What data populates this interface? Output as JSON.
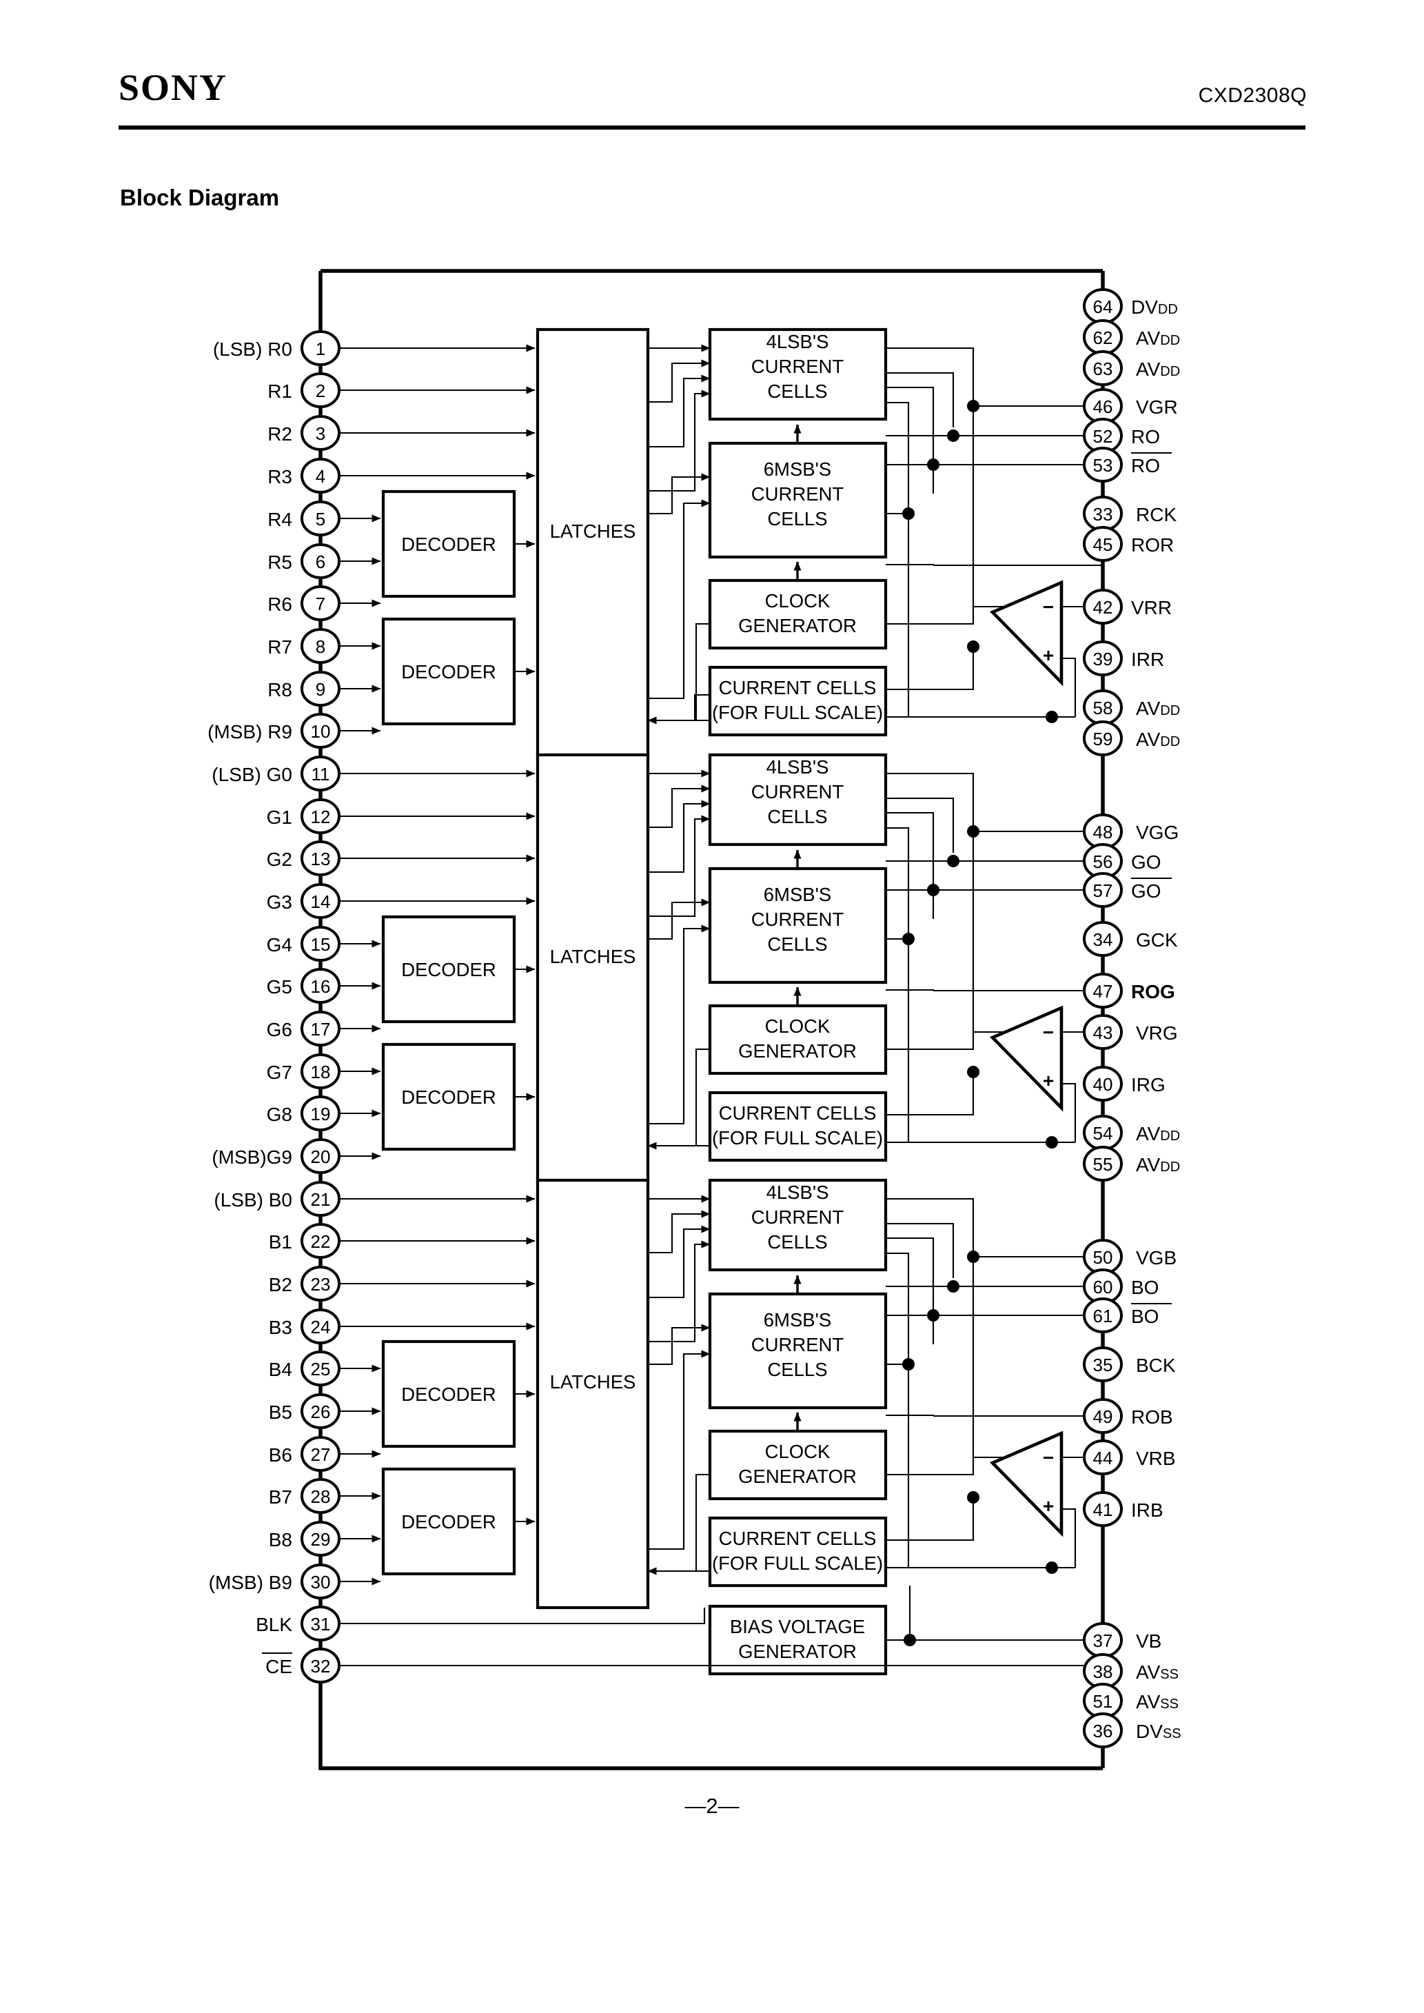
{
  "header": {
    "logo": "SONY",
    "part_number": "CXD2308Q"
  },
  "page": {
    "section_title": "Block Diagram",
    "page_number": "—2—"
  },
  "blocks": {
    "decoder": "DECODER",
    "latches": "LATCHES",
    "lsb_cells": [
      "4LSB'S",
      "CURRENT",
      "CELLS"
    ],
    "msb_cells": [
      "6MSB'S",
      "CURRENT",
      "CELLS"
    ],
    "clock_gen": [
      "CLOCK",
      "GENERATOR"
    ],
    "fullscale_cells": [
      "CURRENT CELLS",
      "(FOR FULL SCALE)"
    ],
    "bias_gen": [
      "BIAS VOLTAGE",
      "GENERATOR"
    ],
    "opamp_minus": "−",
    "opamp_plus": "+"
  },
  "left_pins": [
    {
      "num": "1",
      "label": "R0",
      "prefix": "(LSB) "
    },
    {
      "num": "2",
      "label": "R1",
      "prefix": ""
    },
    {
      "num": "3",
      "label": "R2",
      "prefix": ""
    },
    {
      "num": "4",
      "label": "R3",
      "prefix": ""
    },
    {
      "num": "5",
      "label": "R4",
      "prefix": ""
    },
    {
      "num": "6",
      "label": "R5",
      "prefix": ""
    },
    {
      "num": "7",
      "label": "R6",
      "prefix": ""
    },
    {
      "num": "8",
      "label": "R7",
      "prefix": ""
    },
    {
      "num": "9",
      "label": "R8",
      "prefix": ""
    },
    {
      "num": "10",
      "label": "R9",
      "prefix": "(MSB) "
    },
    {
      "num": "11",
      "label": "G0",
      "prefix": "(LSB) "
    },
    {
      "num": "12",
      "label": "G1",
      "prefix": ""
    },
    {
      "num": "13",
      "label": "G2",
      "prefix": ""
    },
    {
      "num": "14",
      "label": "G3",
      "prefix": ""
    },
    {
      "num": "15",
      "label": "G4",
      "prefix": ""
    },
    {
      "num": "16",
      "label": "G5",
      "prefix": ""
    },
    {
      "num": "17",
      "label": "G6",
      "prefix": ""
    },
    {
      "num": "18",
      "label": "G7",
      "prefix": ""
    },
    {
      "num": "19",
      "label": "G8",
      "prefix": ""
    },
    {
      "num": "20",
      "label": "G9",
      "prefix": "(MSB)"
    },
    {
      "num": "21",
      "label": "B0",
      "prefix": "(LSB) "
    },
    {
      "num": "22",
      "label": "B1",
      "prefix": ""
    },
    {
      "num": "23",
      "label": "B2",
      "prefix": ""
    },
    {
      "num": "24",
      "label": "B3",
      "prefix": ""
    },
    {
      "num": "25",
      "label": "B4",
      "prefix": ""
    },
    {
      "num": "26",
      "label": "B5",
      "prefix": ""
    },
    {
      "num": "27",
      "label": "B6",
      "prefix": ""
    },
    {
      "num": "28",
      "label": "B7",
      "prefix": ""
    },
    {
      "num": "29",
      "label": "B8",
      "prefix": ""
    },
    {
      "num": "30",
      "label": "B9",
      "prefix": "(MSB) "
    },
    {
      "num": "31",
      "label": "BLK",
      "prefix": ""
    },
    {
      "num": "32",
      "label": "CE",
      "prefix": "",
      "overline": true
    }
  ],
  "right_pins": [
    {
      "num": "64",
      "label": "DV",
      "sub": "DD"
    },
    {
      "num": "62",
      "label": "AV",
      "sub": "DD"
    },
    {
      "num": "63",
      "label": "AV",
      "sub": "DD"
    },
    {
      "num": "46",
      "label": "VGR"
    },
    {
      "num": "52",
      "label": "RO"
    },
    {
      "num": "53",
      "label": "RO",
      "overline": true
    },
    {
      "num": "33",
      "label": "RCK"
    },
    {
      "num": "45",
      "label": "ROR"
    },
    {
      "num": "42",
      "label": "VRR"
    },
    {
      "num": "39",
      "label": "IRR"
    },
    {
      "num": "58",
      "label": "AV",
      "sub": "DD"
    },
    {
      "num": "59",
      "label": "AV",
      "sub": "DD"
    },
    {
      "num": "48",
      "label": "VGG"
    },
    {
      "num": "56",
      "label": "GO"
    },
    {
      "num": "57",
      "label": "GO",
      "overline": true
    },
    {
      "num": "34",
      "label": "GCK"
    },
    {
      "num": "47",
      "label": "ROG",
      "bold": true
    },
    {
      "num": "43",
      "label": "VRG"
    },
    {
      "num": "40",
      "label": "IRG"
    },
    {
      "num": "54",
      "label": "AV",
      "sub": "DD"
    },
    {
      "num": "55",
      "label": "AV",
      "sub": "DD"
    },
    {
      "num": "50",
      "label": "VGB"
    },
    {
      "num": "60",
      "label": "BO"
    },
    {
      "num": "61",
      "label": "BO",
      "overline": true
    },
    {
      "num": "35",
      "label": "BCK"
    },
    {
      "num": "49",
      "label": "ROB"
    },
    {
      "num": "44",
      "label": "VRB"
    },
    {
      "num": "41",
      "label": "IRB"
    },
    {
      "num": "37",
      "label": "VB"
    },
    {
      "num": "38",
      "label": "AV",
      "sub": "SS"
    },
    {
      "num": "51",
      "label": "AV",
      "sub": "SS"
    },
    {
      "num": "36",
      "label": "DV",
      "sub": "SS"
    }
  ]
}
